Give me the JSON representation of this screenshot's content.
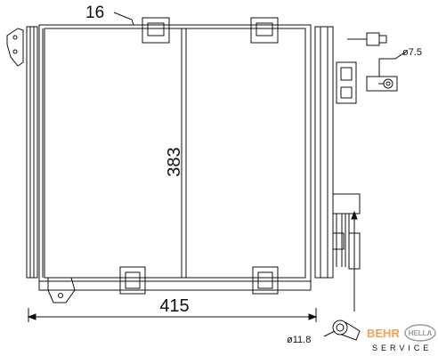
{
  "dimensions": {
    "width": "415",
    "height": "383",
    "thickness": "16",
    "pipe_small": "ø7.5",
    "pipe_large": "ø11.8"
  },
  "logos": {
    "behr": "BEHR",
    "hella": "HELLA",
    "service": "SERVICE"
  },
  "colors": {
    "line": "#111111",
    "behr_orange": "#f2a15a",
    "hella_gray": "#9a9a9a",
    "service_gray": "#8a8a8a"
  }
}
